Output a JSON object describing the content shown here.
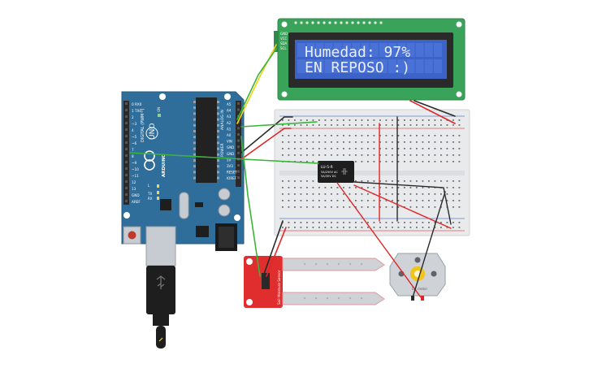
{
  "lcd": {
    "line1": "Humedad: 97%",
    "line2": "EN REPOSO :)",
    "pins": [
      "GND",
      "VCC",
      "SDA",
      "SCL"
    ]
  },
  "arduino": {
    "brand": "ARDUINO",
    "model": "UNO",
    "digital_label": "DIGITAL (PWM~)",
    "analog_label": "ANALOG IN",
    "power_label": "POWER",
    "on_label": "ON",
    "tx": "TX",
    "rx": "RX",
    "l": "L",
    "digital_pins": [
      "0 RX0",
      "1 TX0",
      "2",
      "~3",
      "4",
      "~5",
      "~6",
      "7",
      "8",
      "~9",
      "~10",
      "~11",
      "12",
      "13",
      "GND",
      "AREF"
    ],
    "analog_pins": [
      "A5",
      "A4",
      "A3",
      "A2",
      "A1",
      "A0"
    ],
    "power_pins": [
      "VIN",
      "GND",
      "GND",
      "5V",
      "3V3",
      "RESET",
      "IOREF"
    ]
  },
  "relay": {
    "name": "LU-5-R",
    "line1": "5A/250V AC",
    "line2": "5A/30V DC"
  },
  "sensor": {
    "label": "Soil Moisture Sensor"
  },
  "motor": {
    "label": "DC motor"
  },
  "colors": {
    "lcd_board": "#3aa35a",
    "lcd_screen": "#3b63c8",
    "arduino": "#2f6d9b",
    "breadboard": "#e9eaec",
    "sensor": "#e02d2d",
    "wire_red": "#e02626",
    "wire_black": "#2a2a2a",
    "wire_green": "#3ab53a",
    "wire_yellow": "#f0d21a"
  }
}
